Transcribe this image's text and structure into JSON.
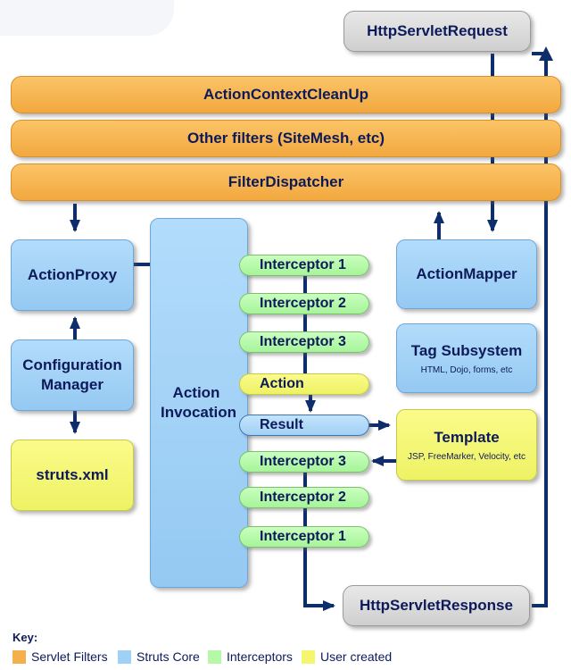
{
  "filters": {
    "cleanup": "ActionContextCleanUp",
    "other": "Other filters (SiteMesh, etc)",
    "dispatcher": "FilterDispatcher"
  },
  "request": "HttpServletRequest",
  "response": "HttpServletResponse",
  "action_proxy": "ActionProxy",
  "configuration_manager": "Configuration Manager",
  "struts_xml": "struts.xml",
  "action_invocation": "Action Invocation",
  "action_mapper": "ActionMapper",
  "tag_subsystem": {
    "title": "Tag Subsystem",
    "subtitle": "HTML, Dojo, forms, etc"
  },
  "template": {
    "title": "Template",
    "subtitle": "JSP, FreeMarker, Velocity, etc"
  },
  "chain": {
    "interceptor1_in": "Interceptor 1",
    "interceptor2_in": "Interceptor 2",
    "interceptor3_in": "Interceptor 3",
    "action": "Action",
    "result": "Result",
    "interceptor3_out": "Interceptor 3",
    "interceptor2_out": "Interceptor 2",
    "interceptor1_out": "Interceptor 1"
  },
  "key": {
    "title": "Key:",
    "items": [
      {
        "label": "Servlet Filters",
        "color": "#f5b04c"
      },
      {
        "label": "Struts Core",
        "color": "#9fd0f6"
      },
      {
        "label": "Interceptors",
        "color": "#b6f7a8"
      },
      {
        "label": "User created",
        "color": "#f3f66e"
      }
    ]
  },
  "colors": {
    "arrow": "#0d2d6b",
    "text": "#0d1a5a"
  }
}
